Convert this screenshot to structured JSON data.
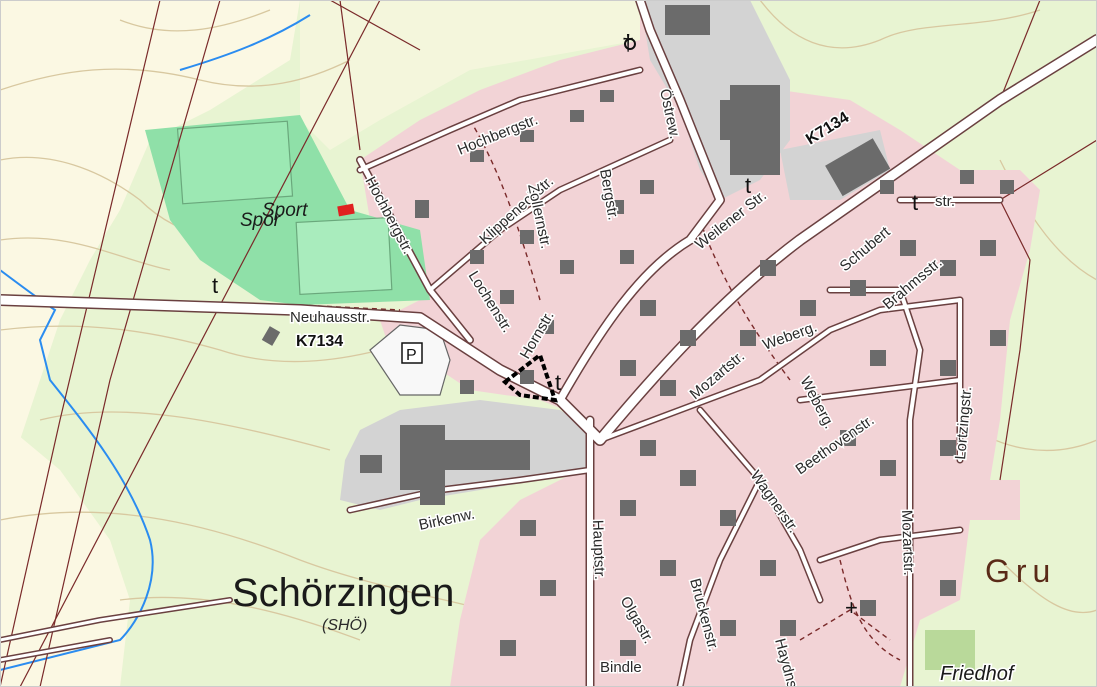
{
  "map": {
    "place_name": "Schörzingen",
    "place_abbr": "(SHÖ)",
    "road_number": "K7134",
    "parking_symbol": "P",
    "area_labels": {
      "sport": "Sport",
      "sport_partial": "Spor",
      "cemetery": "Friedhof",
      "field": "Gru"
    },
    "streets": {
      "hochbergstr_upper": "Hochbergstr.",
      "hochbergstr": "Hochbergstr.",
      "ostrew": "Östrew.",
      "klippeneckstr": "Klippeneckstr.",
      "zollernstr": "Zollernstr.",
      "bergstr": "Bergstr.",
      "lochenstr": "Lochenstr.",
      "hornstr": "Hornstr.",
      "weilenerstr": "Weilener Str.",
      "neuhausstr": "Neuhausstr.",
      "schubertstr": "Schubert",
      "schubertstr_suffix": "str.",
      "brahmsstr": "Brahmsstr.",
      "weberg": "Weberg.",
      "weberg2": "Weberg.",
      "mozartstr": "Mozartstr.",
      "mozartstr2": "Mozartstr.",
      "beethovenstr": "Beethovenstr.",
      "lortzingstr": "Lortzingstr.",
      "wagnerstr": "Wagnerstr.",
      "birkenw": "Birkenw.",
      "hauptstr": "Hauptstr.",
      "olgastr": "Olgastr.",
      "bruckenstr": "Bruckenstr.",
      "haydnstr": "Haydnstr.",
      "bindle": "Bindle"
    },
    "colors": {
      "forest": "#e8f4d2",
      "meadow": "#fbf8e3",
      "settlement": "#f2d3d6",
      "industry": "#d3d3d3",
      "building": "#6b6b6b",
      "sport": "#8fe0a8",
      "road_casing": "#6a4040",
      "water": "#2a8cf0",
      "boundary": "#7a2a2a",
      "contour": "#d8c8a0"
    },
    "icons": [
      "church-icon",
      "chapel-icon",
      "cross-icon",
      "parking-icon",
      "sports-building-icon"
    ]
  }
}
